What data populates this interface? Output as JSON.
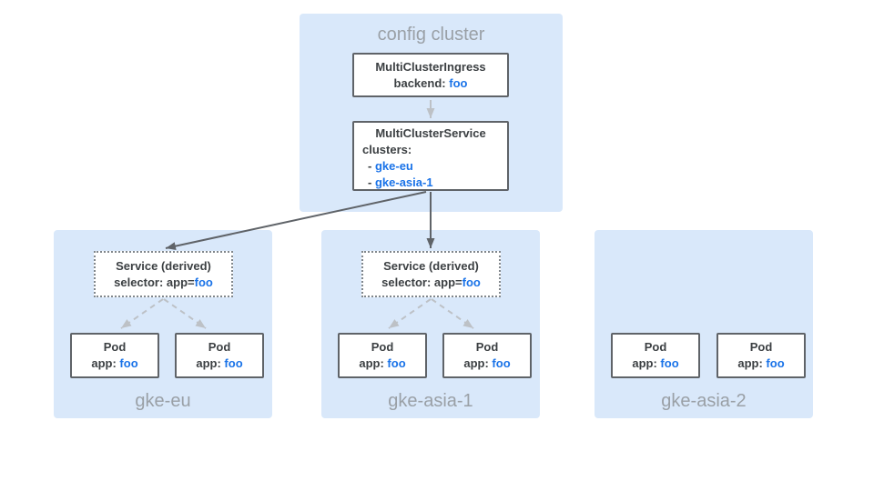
{
  "colors": {
    "cluster_bg": "#d9e8fa",
    "box_border": "#5f6368",
    "dotted_border": "#80868b",
    "text_dark": "#3c4043",
    "label_gray": "#9aa0a6",
    "accent_blue": "#1a73e8",
    "arrow_dark": "#5f6368",
    "arrow_light": "#bdc1c6"
  },
  "config_cluster": {
    "label": "config cluster",
    "ingress_box": {
      "title": "MultiClusterIngress",
      "backend_label": "backend:",
      "backend_value": "foo"
    },
    "service_box": {
      "title": "MultiClusterService",
      "clusters_label": "clusters:",
      "cluster_items": [
        {
          "prefix": "-",
          "name": "gke-eu"
        },
        {
          "prefix": "-",
          "name": "gke-asia-1"
        }
      ]
    }
  },
  "clusters": [
    {
      "name": "gke-eu",
      "service_box": {
        "title": "Service (derived)",
        "selector_label": "selector: app=",
        "selector_value": "foo"
      },
      "pods": [
        {
          "title": "Pod",
          "app_label": "app:",
          "app_value": "foo"
        },
        {
          "title": "Pod",
          "app_label": "app:",
          "app_value": "foo"
        }
      ]
    },
    {
      "name": "gke-asia-1",
      "service_box": {
        "title": "Service (derived)",
        "selector_label": "selector: app=",
        "selector_value": "foo"
      },
      "pods": [
        {
          "title": "Pod",
          "app_label": "app:",
          "app_value": "foo"
        },
        {
          "title": "Pod",
          "app_label": "app:",
          "app_value": "foo"
        }
      ]
    },
    {
      "name": "gke-asia-2",
      "pods": [
        {
          "title": "Pod",
          "app_label": "app:",
          "app_value": "foo"
        },
        {
          "title": "Pod",
          "app_label": "app:",
          "app_value": "foo"
        }
      ]
    }
  ]
}
